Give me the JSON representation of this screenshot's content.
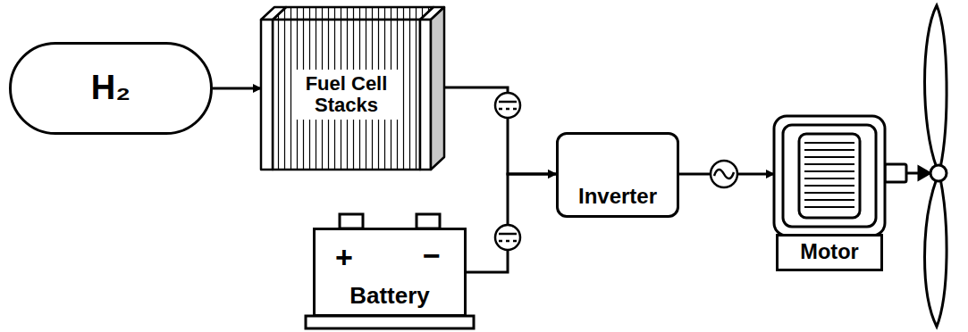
{
  "diagram": {
    "nodes": [
      {
        "text": [
          "H₂"
        ]
      },
      {
        "text": [
          "Fuel Cell Stacks"
        ]
      },
      {
        "text": [
          "+",
          "−",
          "Battery"
        ]
      },
      {
        "text": [
          "Inverter"
        ]
      },
      {
        "text": [
          "Motor"
        ]
      }
    ],
    "edges": [
      {
        "from": 0,
        "to": 1,
        "arrow": "to"
      },
      {
        "from": 1,
        "to": 3,
        "arrow": "to"
      },
      {
        "from": 2,
        "to": 3,
        "arrow": "to"
      },
      {
        "from": 3,
        "to": 4,
        "arrow": "to"
      }
    ]
  }
}
